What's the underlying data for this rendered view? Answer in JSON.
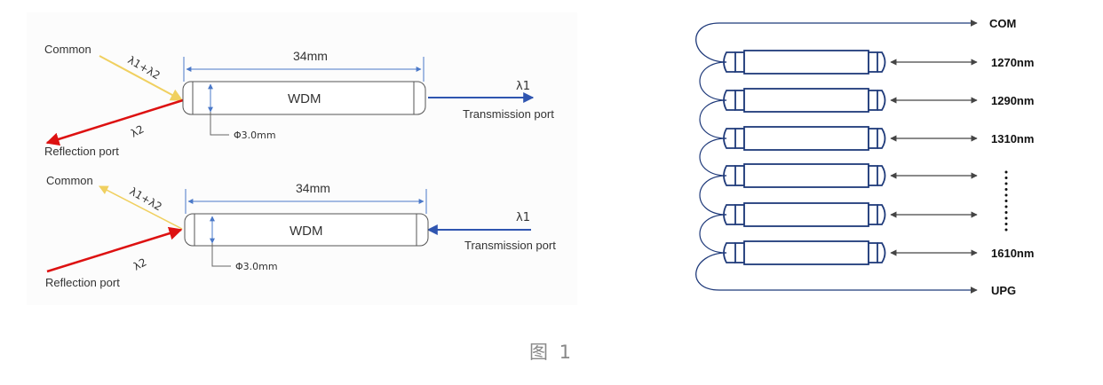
{
  "figure_caption": "图 1",
  "wdm_top": {
    "common_label": "Common",
    "common_signal": "λ1+λ2",
    "length_label": "34mm",
    "device_label": "WDM",
    "diameter_label": "Φ3.0mm",
    "reflection_signal": "λ2",
    "reflection_label": "Reflection port",
    "transmission_signal": "λ1",
    "transmission_label": "Transmission port"
  },
  "wdm_bottom": {
    "common_label": "Common",
    "common_signal": "λ1+λ2",
    "length_label": "34mm",
    "device_label": "WDM",
    "diameter_label": "Φ3.0mm",
    "reflection_signal": "λ2",
    "reflection_label": "Reflection port",
    "transmission_signal": "λ1",
    "transmission_label": "Transmission port"
  },
  "cascade": {
    "com_label": "COM",
    "upg_label": "UPG",
    "channels": [
      "1270nm",
      "1290nm",
      "1310nm",
      "",
      "",
      "1610nm"
    ]
  },
  "colors": {
    "common_arrow": "#f0d060",
    "reflection_arrow": "#dd1111",
    "transmission_arrow": "#2f55b0",
    "dimension_line": "#4a78c8",
    "device_outline": "#1f3a7a"
  }
}
